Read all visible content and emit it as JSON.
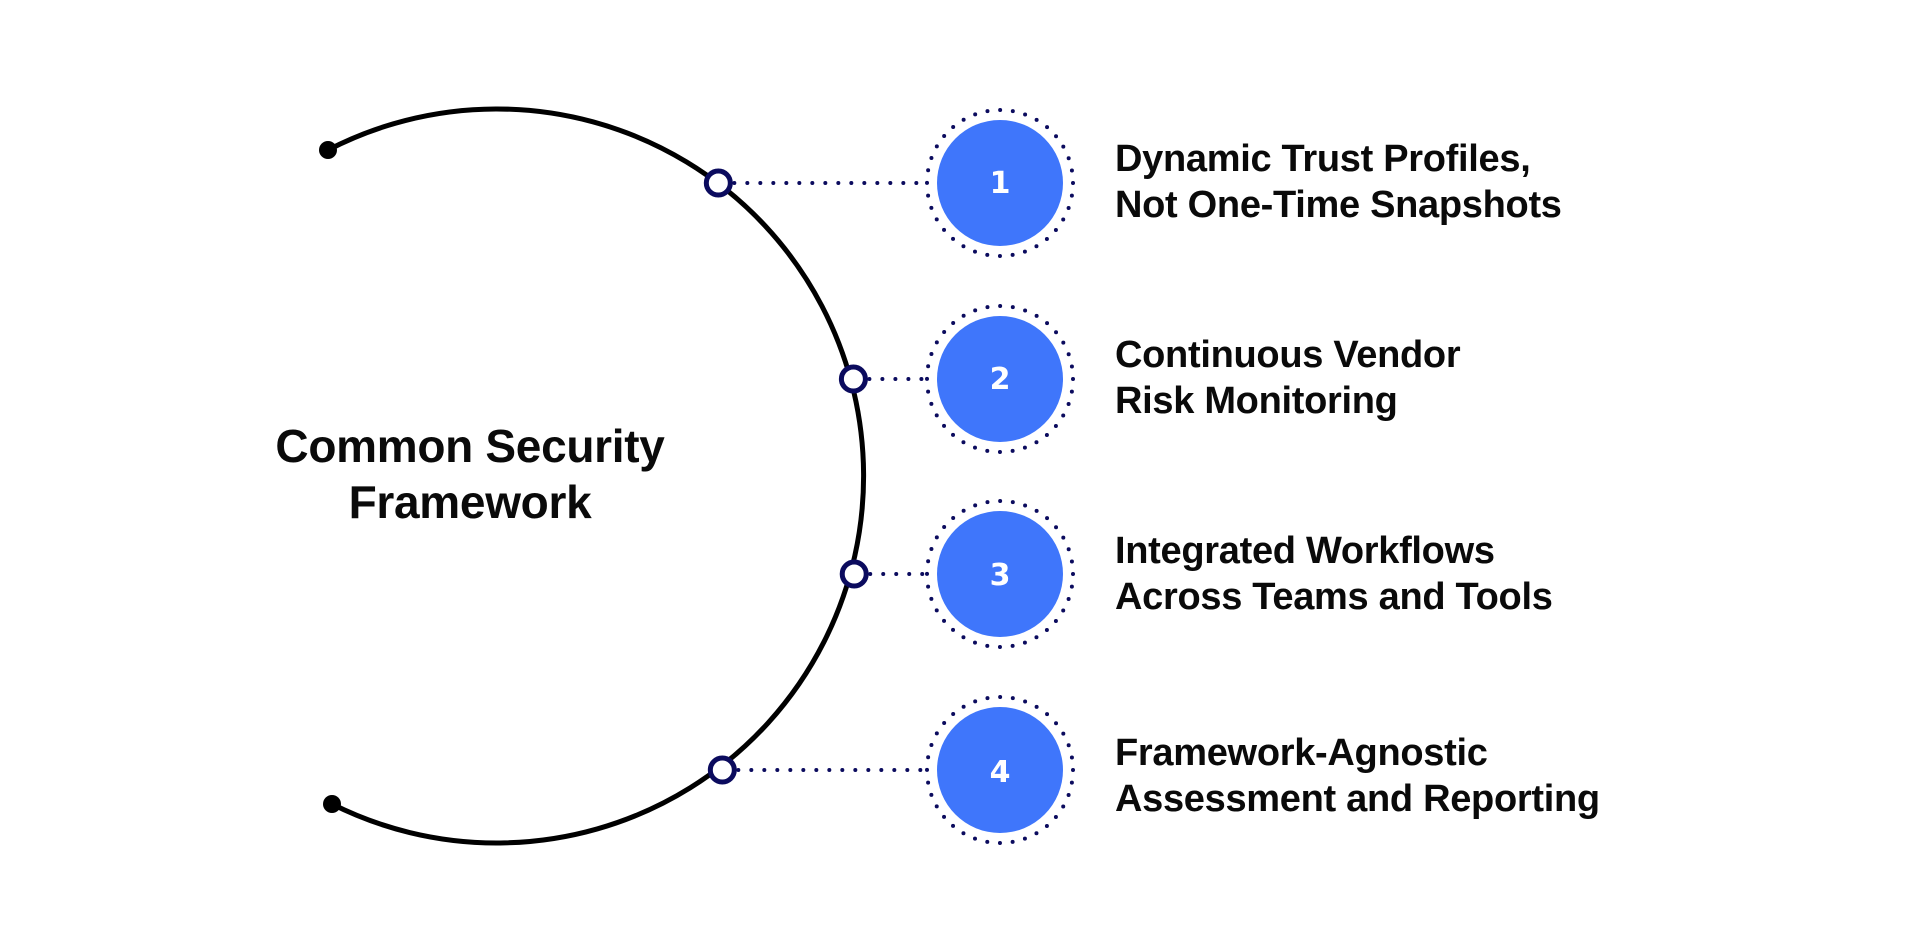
{
  "diagram": {
    "title_line1": "Common Security",
    "title_line2": "Framework",
    "colors": {
      "arc": "#000000",
      "node": "#0b0b5e",
      "badge": "#3f76fb",
      "badge_text": "#ffffff",
      "text": "#0a0a0a"
    },
    "items": [
      {
        "number": "1",
        "line1": "Dynamic Trust Profiles,",
        "line2": "Not One-Time Snapshots"
      },
      {
        "number": "2",
        "line1": "Continuous Vendor",
        "line2": "Risk Monitoring"
      },
      {
        "number": "3",
        "line1": "Integrated Workflows",
        "line2": "Across Teams and Tools"
      },
      {
        "number": "4",
        "line1": "Framework-Agnostic",
        "line2": "Assessment and Reporting"
      }
    ]
  }
}
